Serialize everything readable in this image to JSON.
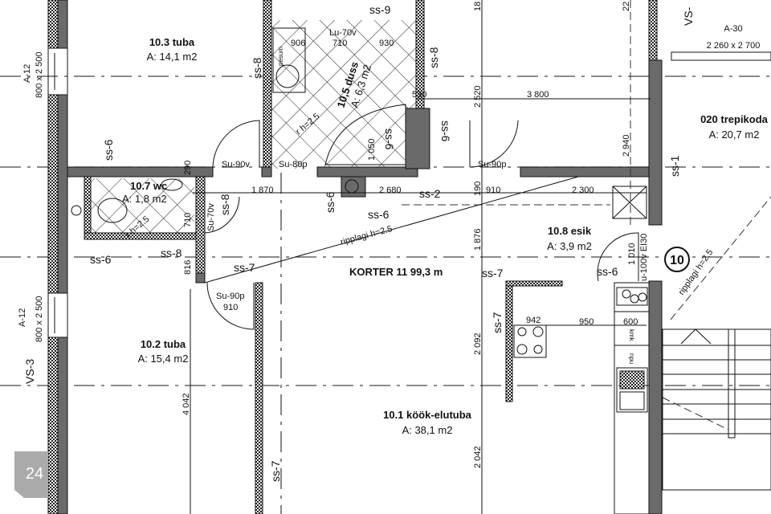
{
  "rooms": {
    "r103": {
      "name": "10.3 tuba",
      "area": "A: 14,1 m2"
    },
    "r105": {
      "name": "10,5 duss",
      "area": "A: 6,3 m2"
    },
    "r107": {
      "name": "10.7 wc",
      "area": "A: 1,8 m2"
    },
    "r108": {
      "name": "10.8 esik",
      "area": "A: 3,9 m2"
    },
    "r102": {
      "name": "10.2 tuba",
      "area": "A: 15,4 m2"
    },
    "r101": {
      "name": "10.1 köök-elutuba",
      "area": "A: 38,1 m2"
    },
    "r020": {
      "name": "020  trepikoda",
      "area": "A: 20,7 m2"
    }
  },
  "apartment": "KORTER 11  99,3 m",
  "windows": {
    "w1_code": "A-12",
    "w1_size": "800 x 2 500",
    "w2_code": "A-12",
    "w2_size": "800 x 2 500",
    "w3_code": "A-30",
    "w3_size": "2 260 x 2 700"
  },
  "doors": {
    "d1": "Su-90v",
    "d2": "Su-80p",
    "d3": "Su-90p",
    "d4": "Su-70v",
    "d5": "Su-90p",
    "d5_width": "910",
    "d6": "Lu-70v",
    "d6_width": "710",
    "d7": "u-100v EI30"
  },
  "wall_tags": {
    "ss8a": "ss-8",
    "ss8b": "ss-8",
    "ss8c": "ss-8",
    "ss8d": "ss-8",
    "ss9": "ss-9",
    "ss6a": "ss-6",
    "ss6b": "ss-6",
    "ss6c": "ss-6",
    "ss6d": "ss-6",
    "ss6e": "ss-6",
    "ss6f": "ss-6",
    "ss2": "ss-2",
    "ss7a": "ss-7",
    "ss7b": "ss-7",
    "ss7c": "ss-7",
    "ss7d": "ss-7",
    "ss1": "ss-1",
    "vs3": "VS-3",
    "vs": "VS-"
  },
  "dimensions": {
    "d906": "906",
    "d930": "930",
    "d1050": "1 050",
    "d530": "530",
    "d3800": "3 800",
    "d2520": "2 520",
    "d2940": "2 940",
    "d18": "18",
    "d22": "22",
    "d1870": "1 870",
    "d2680": "2 680",
    "d190": "190",
    "d910": "910",
    "d2300": "2 300",
    "d290": "290",
    "d710": "710",
    "d816": "816",
    "d1876": "1 876",
    "d1010": "1 010",
    "d942": "942",
    "d950": "950",
    "d600": "600",
    "d2092": "2 092",
    "d2042": "2 042",
    "d4042": "4 042"
  },
  "ceilings": {
    "c1": "ripplagi h=2.5",
    "c2": "ripplagi h=2.5",
    "c3": "r h=2.5",
    "c4": "r h=2.5"
  },
  "fixtures": {
    "washer": "pesum",
    "fridge": "kmk",
    "dishwasher": "npu"
  },
  "stair_number": "10",
  "page_number": "24"
}
